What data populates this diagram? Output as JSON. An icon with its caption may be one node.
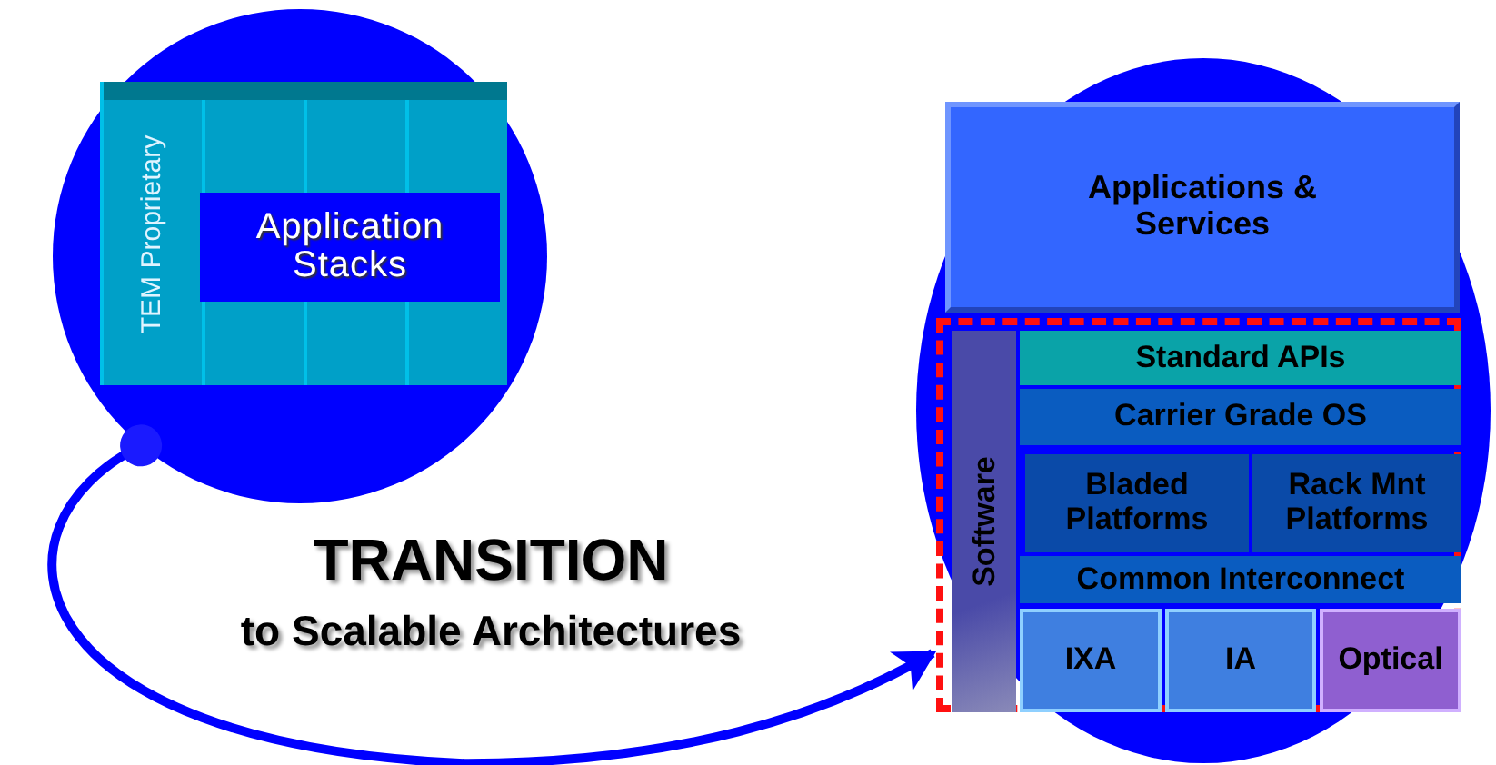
{
  "diagram": {
    "nodes": [
      {
        "text": [],
        "shape": "circle"
      },
      {
        "text": [
          "TEM Proprietary"
        ],
        "in": 0
      },
      {
        "text": [],
        "shape": "box",
        "in": 0
      },
      {
        "text": [
          "Application Stacks"
        ],
        "in": 2
      },
      {
        "text": [],
        "shape": "circle"
      },
      {
        "text": [
          "Applications & Services"
        ],
        "in": 4
      },
      {
        "text": [],
        "shape": "box",
        "in": 4
      },
      {
        "text": [
          "Software"
        ],
        "in": 6
      },
      {
        "text": [
          "Standard APIs"
        ],
        "in": 6
      },
      {
        "text": [
          "Carrier Grade OS"
        ],
        "in": 6
      },
      {
        "text": [
          "Bladed Platforms"
        ],
        "in": 6
      },
      {
        "text": [
          "Rack Mnt Platforms"
        ],
        "in": 6
      },
      {
        "text": [
          "Common Interconnect"
        ],
        "in": 6
      },
      {
        "text": [
          "IXA"
        ],
        "in": 6
      },
      {
        "text": [
          "IA"
        ],
        "in": 6
      },
      {
        "text": [
          "Optical"
        ],
        "in": 6
      }
    ],
    "edges": [
      {
        "from": 0,
        "to": 6,
        "arrow": "to"
      }
    ],
    "labels": [
      "TRANSITION",
      "to Scalable Architectures"
    ]
  }
}
